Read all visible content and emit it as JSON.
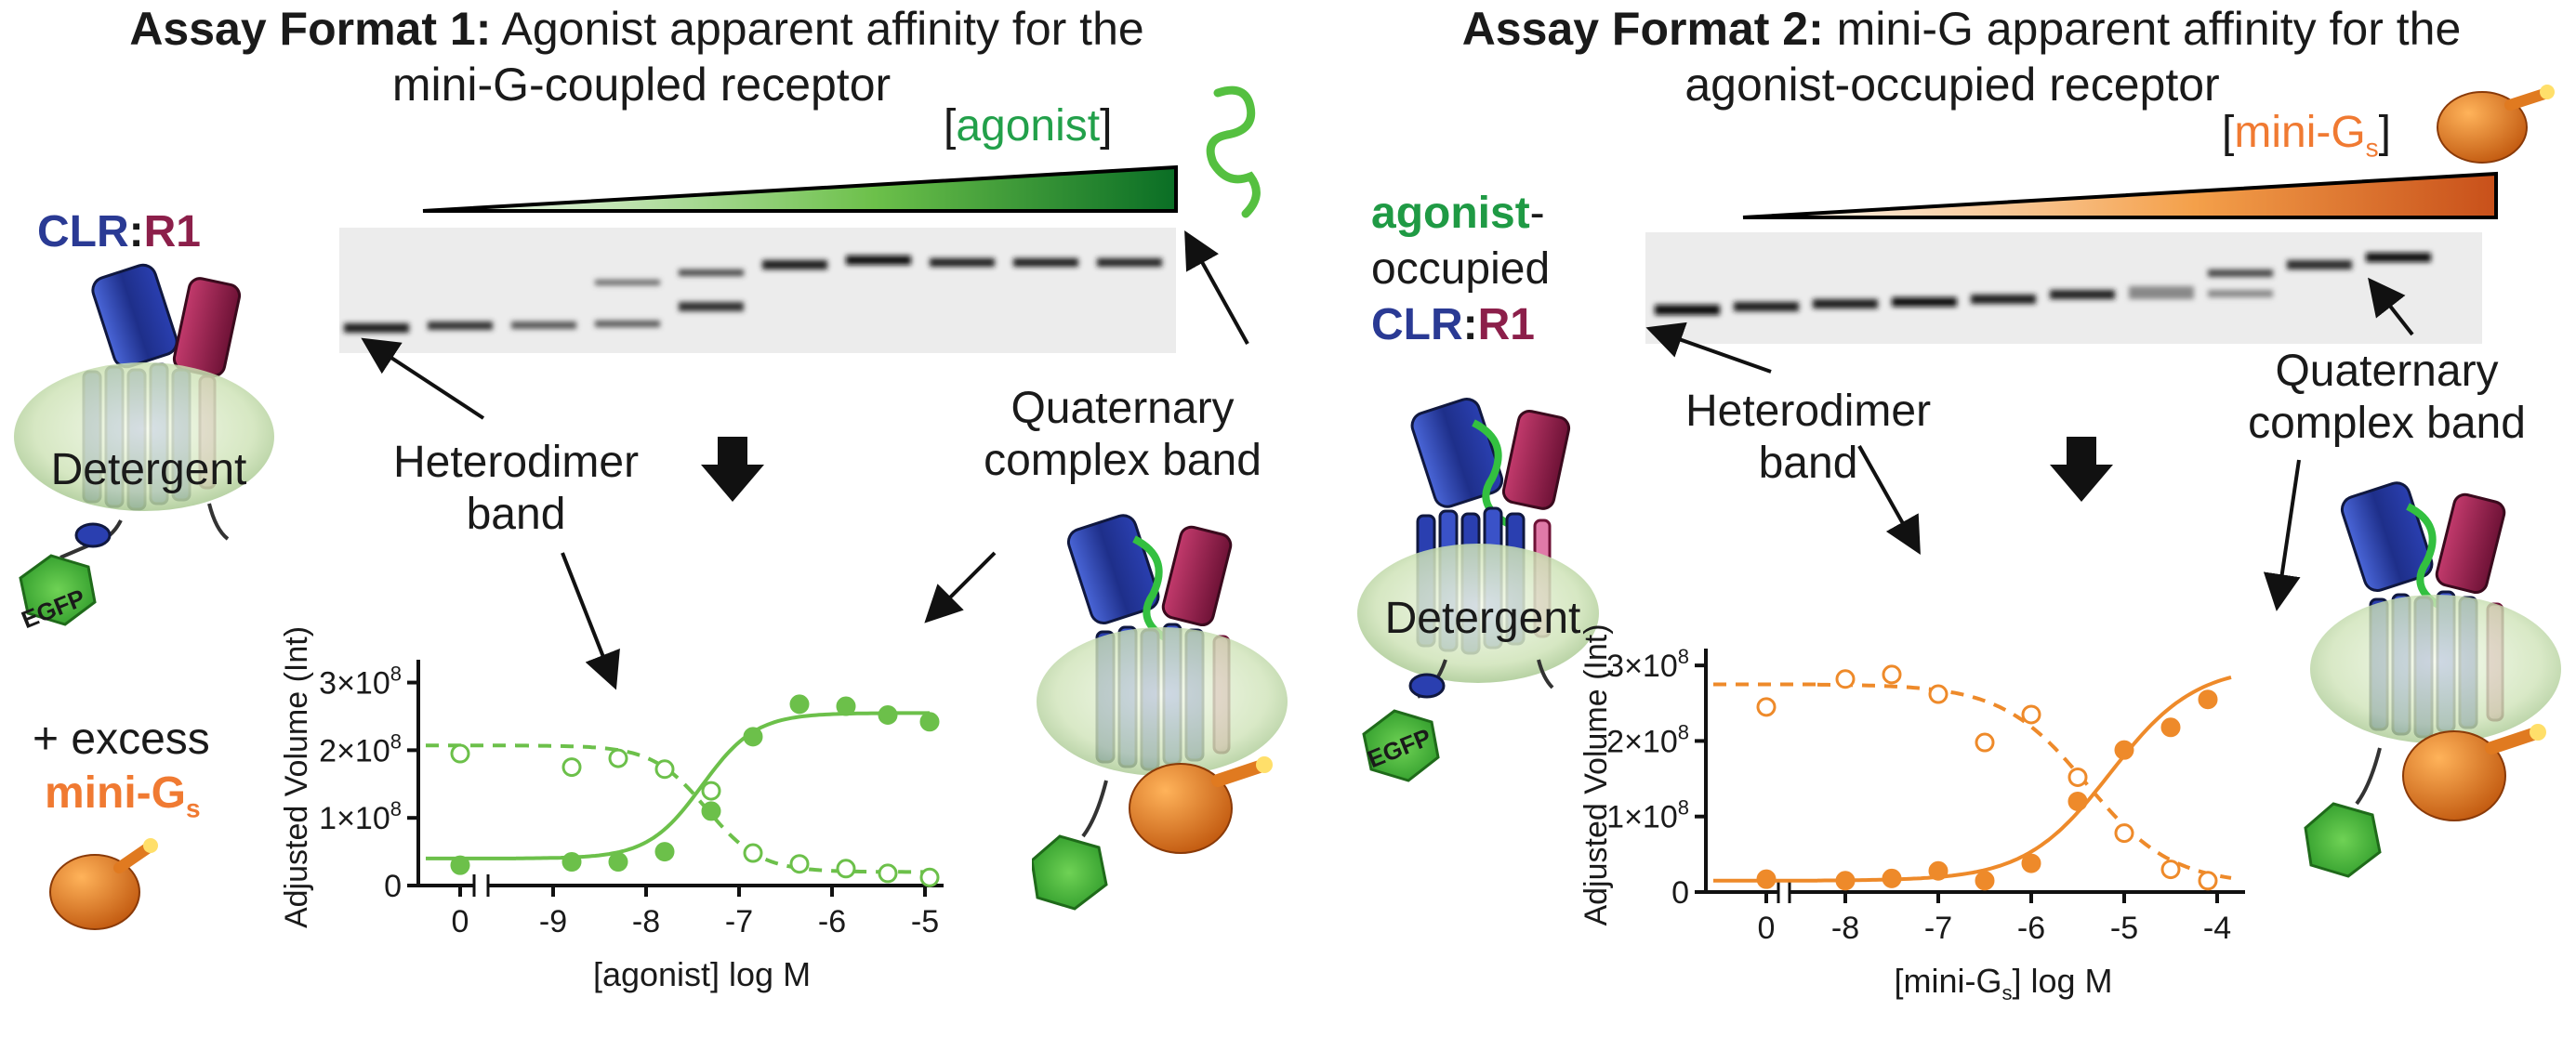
{
  "colors": {
    "green": "#6cc04a",
    "green_dark": "#0f7a2a",
    "orange": "#ee8a2a",
    "orange_dark": "#d45a1c",
    "clr_blue": "#2a3a94",
    "r1_maroon": "#8c1f4a",
    "agonist_text_green": "#22a04a",
    "minigs_text_orange": "#f07a32"
  },
  "panel1": {
    "title_bold": "Assay Format 1:",
    "title_rest": " Agonist apparent affinity  for the",
    "title_line2": "mini-G-coupled receptor",
    "receptor_clr": "CLR",
    "receptor_colon": ":",
    "receptor_r1": "R1",
    "detergent": "Detergent",
    "egfp": "EGFP",
    "plus_excess": "+ excess",
    "minigs_main": "mini-G",
    "minigs_sub": "s",
    "gradient_lbl_open": "[",
    "gradient_lbl_word": "agonist",
    "gradient_lbl_close": "]",
    "heterodimer_band": [
      "Heterodimer",
      "band"
    ],
    "quaternary_band": [
      "Quaternary",
      "complex band"
    ]
  },
  "panel2": {
    "title_bold": "Assay Format 2:",
    "title_rest": " mini-G apparent affinity for the",
    "title_line2": "agonist-occupied receptor",
    "agonist_word": "agonist",
    "agonist_dash": "-",
    "occupied": "occupied",
    "receptor_clr": "CLR",
    "receptor_colon": ":",
    "receptor_r1": "R1",
    "detergent": "Detergent",
    "egfp": "EGFP",
    "gradient_lbl_open": "[",
    "gradient_lbl_word": "mini-G",
    "gradient_lbl_sub": "s",
    "gradient_lbl_close": "]",
    "heterodimer_band": [
      "Heterodimer",
      "band"
    ],
    "quaternary_band": [
      "Quaternary",
      "complex band"
    ]
  },
  "chart_data": [
    {
      "type": "scatter",
      "ylabel": "Adjusted Volume (Int)",
      "xlabel": "[agonist] log M",
      "xlim": [
        -9.6,
        -4.8
      ],
      "ylim": [
        0,
        320000000
      ],
      "x_ticks": [
        "0",
        "-9",
        "-8",
        "-7",
        "-6",
        "-5"
      ],
      "y_ticks": [
        {
          "value": 0,
          "base": "0",
          "exp": ""
        },
        {
          "value": 100000000,
          "base": "1×10",
          "exp": "8"
        },
        {
          "value": 200000000,
          "base": "2×10",
          "exp": "8"
        },
        {
          "value": 300000000,
          "base": "3×10",
          "exp": "8"
        }
      ],
      "color": "#6cc04a",
      "grid": false,
      "series": [
        {
          "marker": "open",
          "curve": "dashed",
          "zero": 195000000,
          "x": [
            -8.8,
            -8.3,
            -7.8,
            -7.3,
            -6.85,
            -6.35,
            -5.85,
            -5.4,
            -4.95
          ],
          "y": [
            175000000,
            188000000,
            172000000,
            140000000,
            48000000,
            32000000,
            25000000,
            18000000,
            12000000
          ],
          "fit": {
            "bottom": 20000000,
            "top": 207000000,
            "logEC50": -7.35,
            "hill": -1.5
          }
        },
        {
          "marker": "filled",
          "curve": "solid",
          "zero": 30000000,
          "x": [
            -8.8,
            -8.3,
            -7.8,
            -7.3,
            -6.85,
            -6.35,
            -5.85,
            -5.4,
            -4.95
          ],
          "y": [
            35000000,
            35000000,
            50000000,
            110000000,
            220000000,
            268000000,
            265000000,
            252000000,
            242000000
          ],
          "fit": {
            "bottom": 40000000,
            "top": 255000000,
            "logEC50": -7.4,
            "hill": 1.5
          }
        }
      ]
    },
    {
      "type": "scatter",
      "ylabel": "Adjusted Volume (Int)",
      "xlabel_main": "[mini-G",
      "xlabel_sub": "s",
      "xlabel_end": "] log M",
      "xlim": [
        -8.5,
        -3.7
      ],
      "ylim": [
        0,
        310000000
      ],
      "x_ticks": [
        "0",
        "-8",
        "-7",
        "-6",
        "-5",
        "-4"
      ],
      "y_ticks": [
        {
          "value": 0,
          "base": "0",
          "exp": ""
        },
        {
          "value": 100000000,
          "base": "1×10",
          "exp": "8"
        },
        {
          "value": 200000000,
          "base": "2×10",
          "exp": "8"
        },
        {
          "value": 300000000,
          "base": "3×10",
          "exp": "8"
        }
      ],
      "color": "#ee8a2a",
      "grid": false,
      "series": [
        {
          "marker": "open",
          "curve": "dashed",
          "zero": 245000000,
          "x": [
            -8.0,
            -7.5,
            -7.0,
            -6.5,
            -6.0,
            -5.5,
            -5.0,
            -4.5,
            -4.1
          ],
          "y": [
            282000000,
            288000000,
            262000000,
            198000000,
            235000000,
            152000000,
            78000000,
            30000000,
            15000000
          ],
          "fit": {
            "bottom": 10000000,
            "top": 275000000,
            "logEC50": -5.4,
            "hill": -0.95
          }
        },
        {
          "marker": "filled",
          "curve": "solid",
          "zero": 17000000,
          "x": [
            -8.0,
            -7.5,
            -7.0,
            -6.5,
            -6.0,
            -5.5,
            -5.0,
            -4.5,
            -4.1
          ],
          "y": [
            15000000,
            18000000,
            28000000,
            15000000,
            38000000,
            120000000,
            188000000,
            218000000,
            255000000
          ],
          "fit": {
            "bottom": 15000000,
            "top": 300000000,
            "logEC50": -5.15,
            "hill": 0.95
          }
        }
      ]
    }
  ]
}
